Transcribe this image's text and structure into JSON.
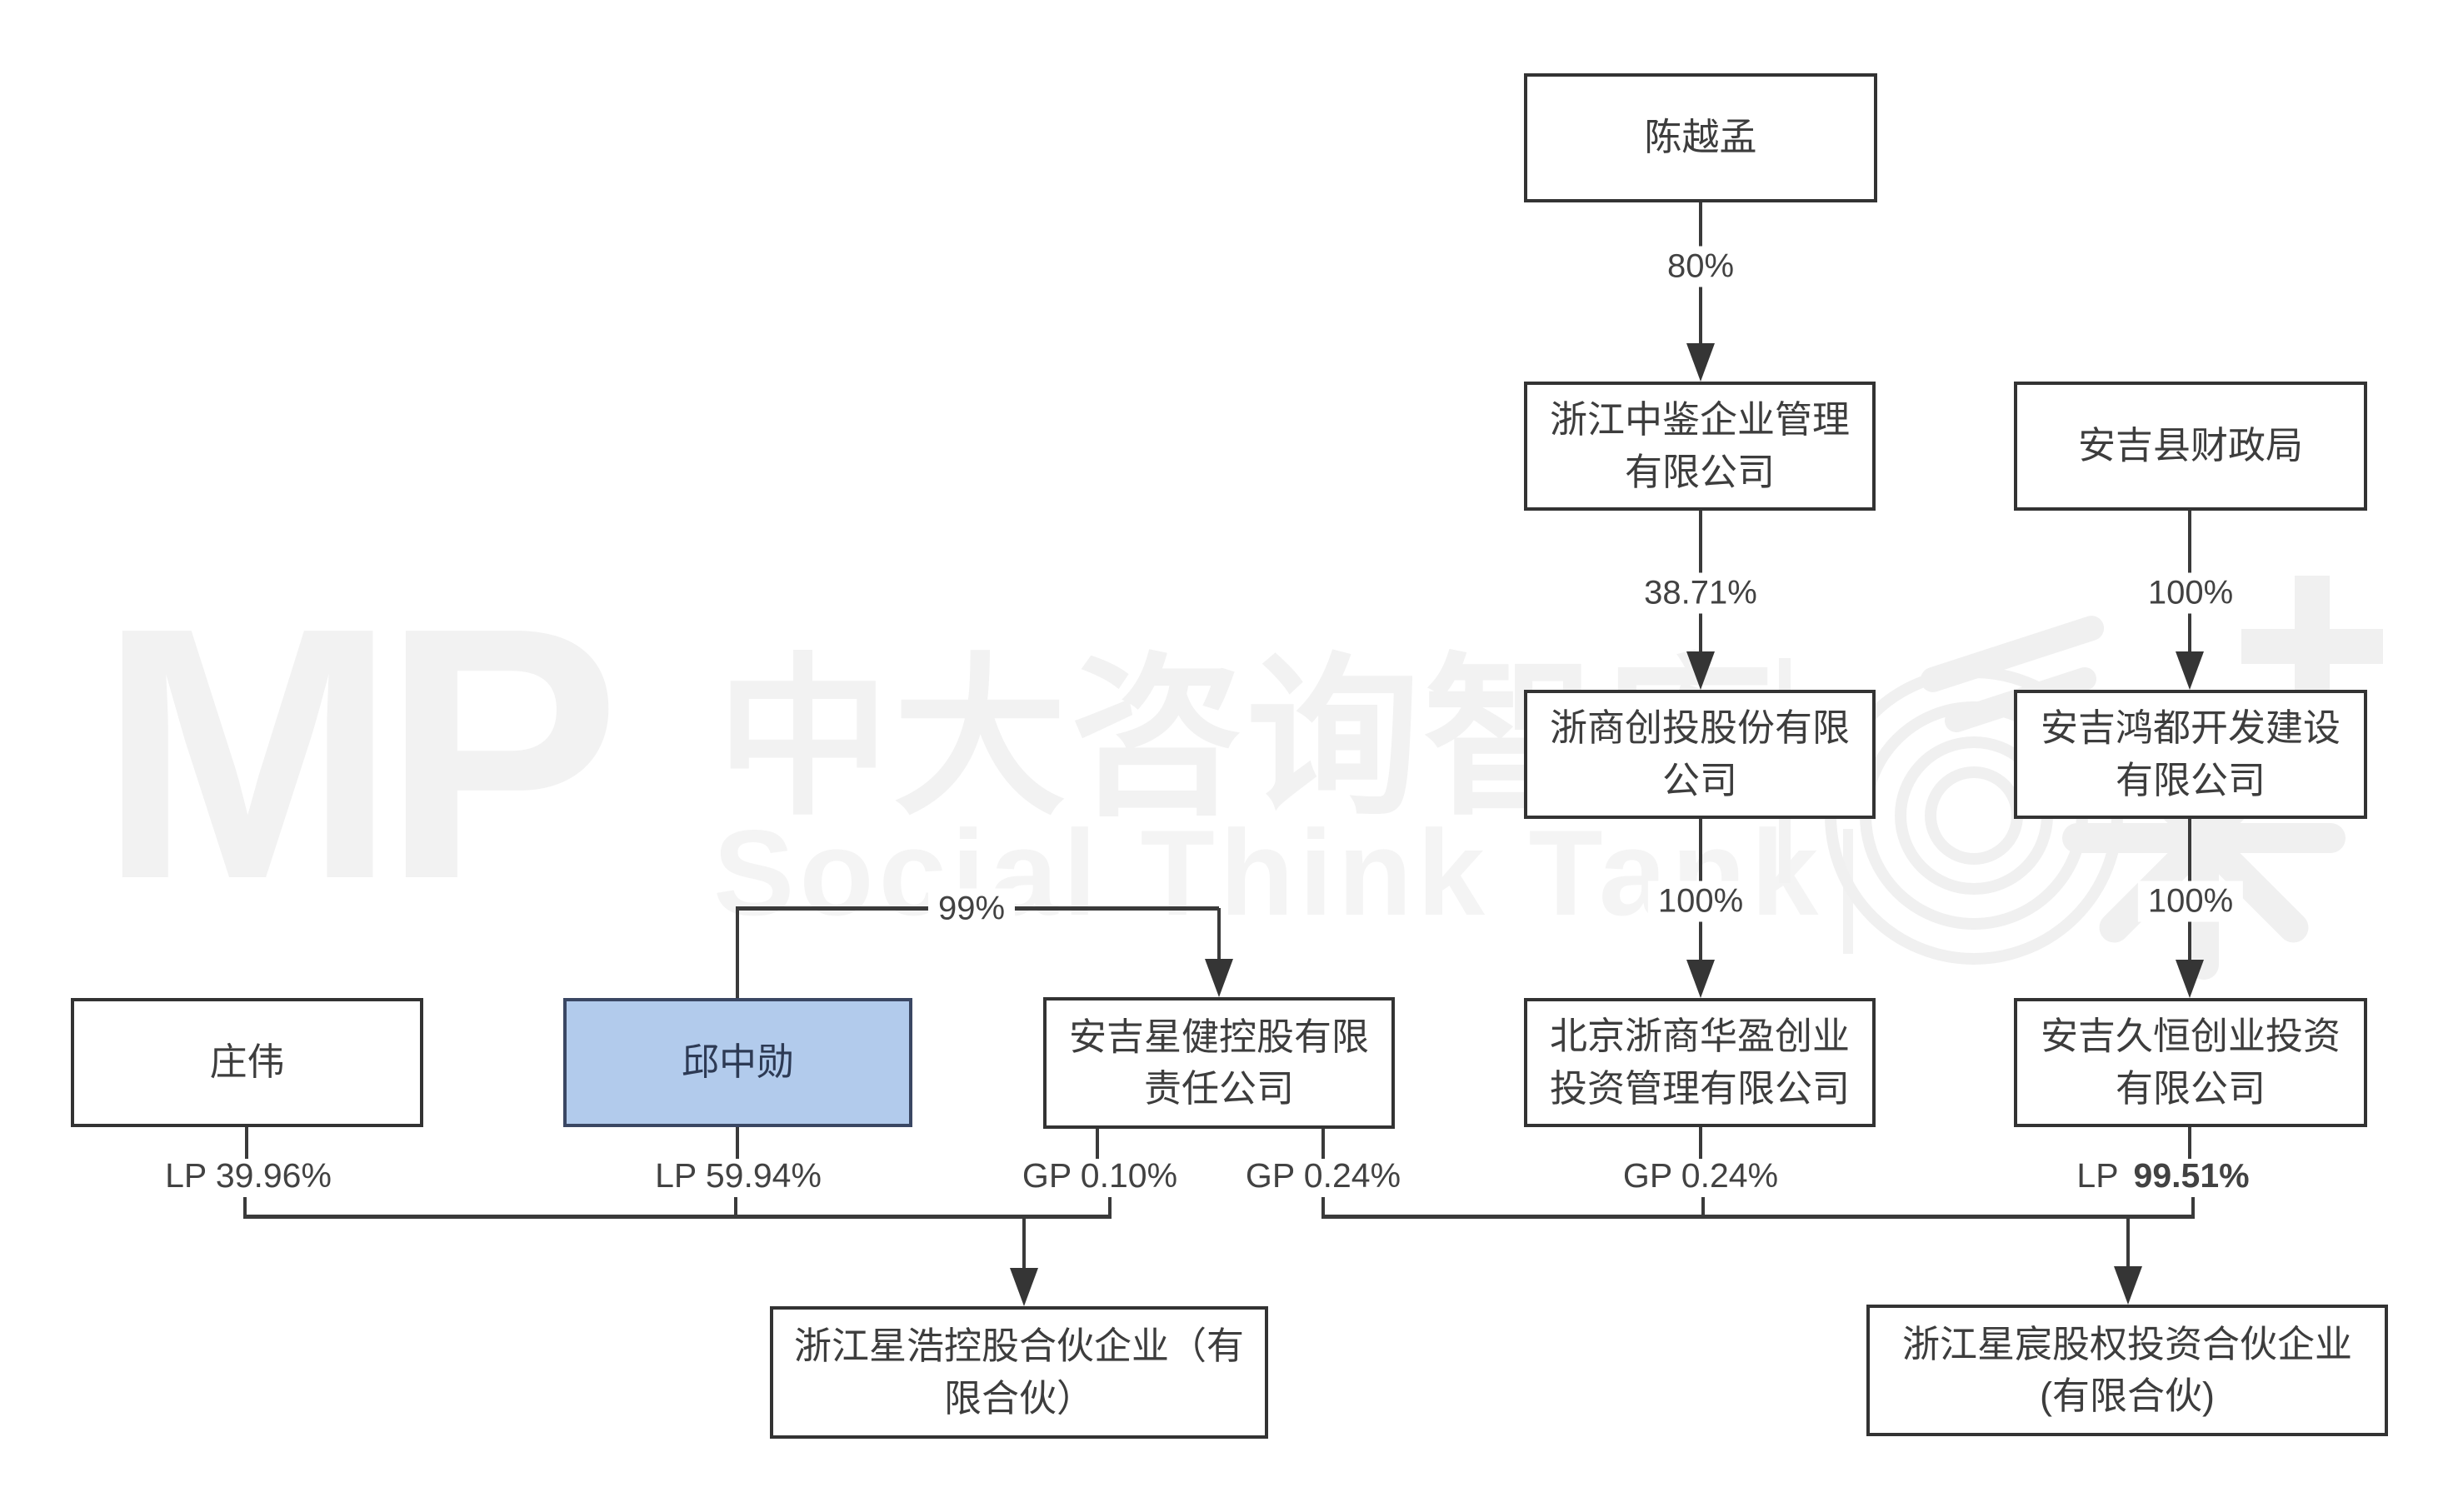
{
  "watermark": {
    "logo": "MP",
    "cn": "中大咨询智库",
    "en": "Social Think Tank"
  },
  "colors": {
    "line": "#3a3a3a",
    "box_border": "#333333",
    "box_text": "#3d3d3d",
    "highlight_fill": "#b2cbec",
    "highlight_border": "#3a4763",
    "highlight_text": "#2d3a54",
    "watermark": "#f2f2f2"
  },
  "nodes": {
    "chen": {
      "label": "陈越孟"
    },
    "zhongjian": {
      "label": "浙江中鉴企业管理\n有限公司"
    },
    "caizheng": {
      "label": "安吉县财政局"
    },
    "chuangtou": {
      "label": "浙商创投股份有限\n公司"
    },
    "hongdu": {
      "label": "安吉鸿都开发建设\n有限公司"
    },
    "huaying": {
      "label": "北京浙商华盈创业\n投资管理有限公司"
    },
    "jiuheng": {
      "label": "安吉久恒创业投资\n有限公司"
    },
    "zhuangwei": {
      "label": "庄伟"
    },
    "qiu": {
      "label": "邱中勋"
    },
    "xingjian": {
      "label": "安吉星健控股有限\n责任公司"
    },
    "xinghao": {
      "label": "浙江星浩控股合伙企业（有\n限合伙）"
    },
    "xingchen": {
      "label": "浙江星宸股权投资合伙企业\n(有限合伙)"
    }
  },
  "edges": {
    "chen_zhongjian": "80%",
    "zhongjian_chuangtou": "38.71%",
    "caizheng_hongdu": "100%",
    "chuangtou_huaying": "100%",
    "hongdu_jiuheng": "100%",
    "qiu_xingjian": "99%",
    "zhuangwei_share": "LP 39.96%",
    "qiu_share": "LP 59.94%",
    "xingjian_share_left": "GP 0.10%",
    "xingjian_share_right": "GP 0.24%",
    "huaying_share": "GP 0.24%",
    "jiuheng_share_prefix": "LP",
    "jiuheng_share_value": "99.51%"
  }
}
